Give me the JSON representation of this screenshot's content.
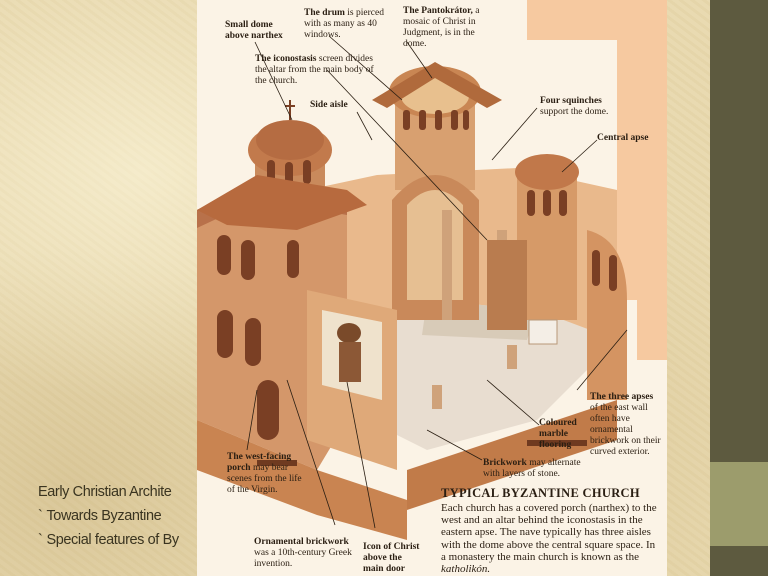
{
  "slide": {
    "title": "Early Christian Archite",
    "bullets": [
      {
        "marker": "`",
        "text": "Towards Byzantine"
      },
      {
        "marker": "`",
        "text": "Special features of By"
      }
    ]
  },
  "figure": {
    "labels": {
      "small_dome": "Small dome above narthex",
      "drum_head": "The drum",
      "drum_rest": "is pierced with as many as 40 windows.",
      "pantokrator_head": "The Pantokrátor,",
      "pantokrator_rest": "a mosaic of Christ in Judgment, is in the dome.",
      "iconostasis_head": "The iconostasis",
      "iconostasis_rest": "screen divides the altar from the main body of the church.",
      "side_aisle": "Side aisle",
      "squinches_head": "Four squinches",
      "squinches_rest": "support the dome.",
      "central_apse": "Central apse",
      "three_apses_head": "The three apses",
      "three_apses_rest": "of the east wall often have ornamental brickwork on their curved exterior.",
      "marble_head": "Coloured marble flooring",
      "brickwork_head": "Brickwork",
      "brickwork_rest": "may alternate with layers of stone.",
      "porch_head": "The west-facing porch",
      "porch_rest": "may bear scenes from the life of the Virgin.",
      "ornamental_head": "Ornamental brickwork",
      "ornamental_rest": "was a 10th-century Greek invention.",
      "icon_head": "Icon of Christ above the main door"
    },
    "caption": {
      "title": "TYPICAL BYZANTINE CHURCH",
      "body": "Each church has a covered porch (narthex) to the west and an altar behind the iconostasis in the eastern apse. The nave typically has three aisles with the dome above the central square space. In a monastery the main church is known as the",
      "body_term": "katholikón."
    }
  },
  "colors": {
    "parchment": "#e8d9ae",
    "sidebar": "#5d5a3f",
    "sidebar_accent": "#9c9c6c",
    "paper": "#fbf3e6",
    "peach": "#f6c9a0"
  }
}
